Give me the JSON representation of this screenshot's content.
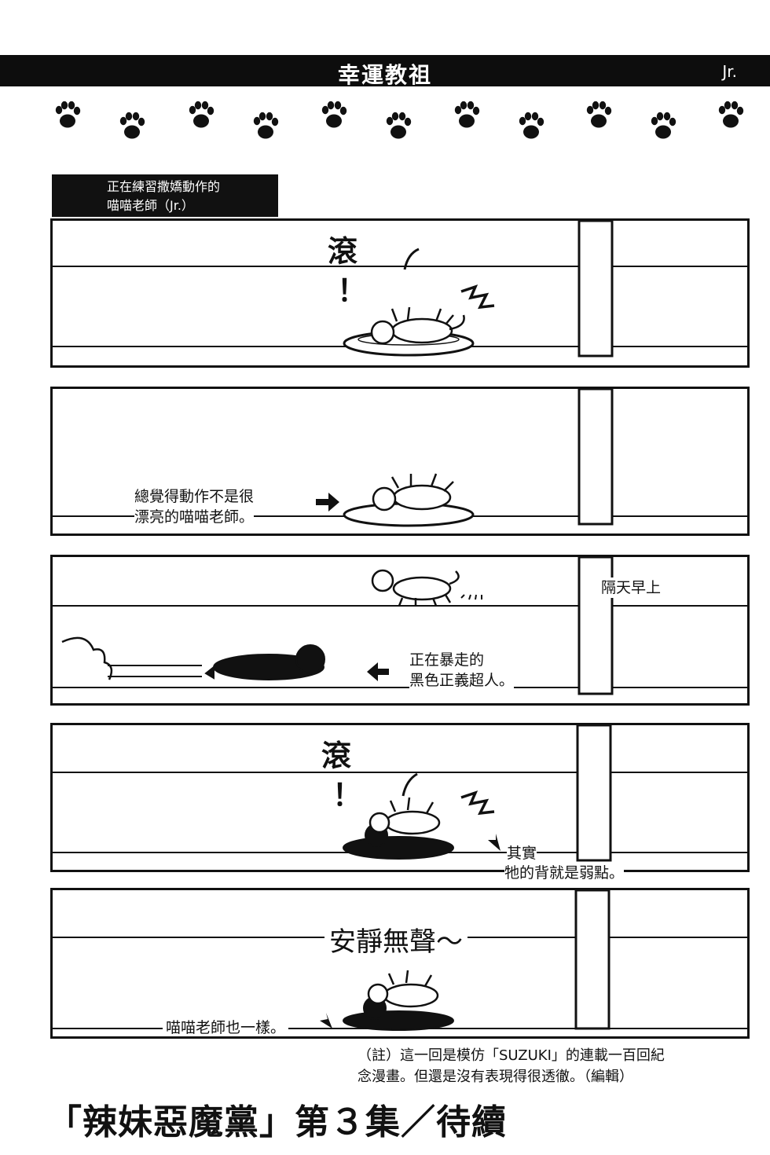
{
  "header": {
    "title": "幸運教祖",
    "author": "Jr."
  },
  "caption": {
    "line1": "正在練習撒嬌動作的",
    "line2": "喵喵老師（Jr.）"
  },
  "panels": {
    "p1": {
      "sfx": "滾",
      "sfx_mark": "！"
    },
    "p2": {
      "line1": "總覺得動作不是很",
      "line2": "漂亮的喵喵老師。"
    },
    "p3": {
      "time": "隔天早上",
      "line1": "正在暴走的",
      "line2": "黑色正義超人。"
    },
    "p4": {
      "sfx": "滾",
      "sfx_mark": "！",
      "line1": "其實",
      "line2": "牠的背就是弱點。"
    },
    "p5": {
      "quiet": "安靜無聲～",
      "line1": "喵喵老師也一樣。"
    }
  },
  "note": {
    "line1": "（註）這一回是模仿「SUZUKI」的連載一百回紀",
    "line2": "念漫畫。但還是沒有表現得很透徹。（編輯）"
  },
  "footer": {
    "to_be_continued": "「辣妹惡魔黨」第３集／待續"
  }
}
